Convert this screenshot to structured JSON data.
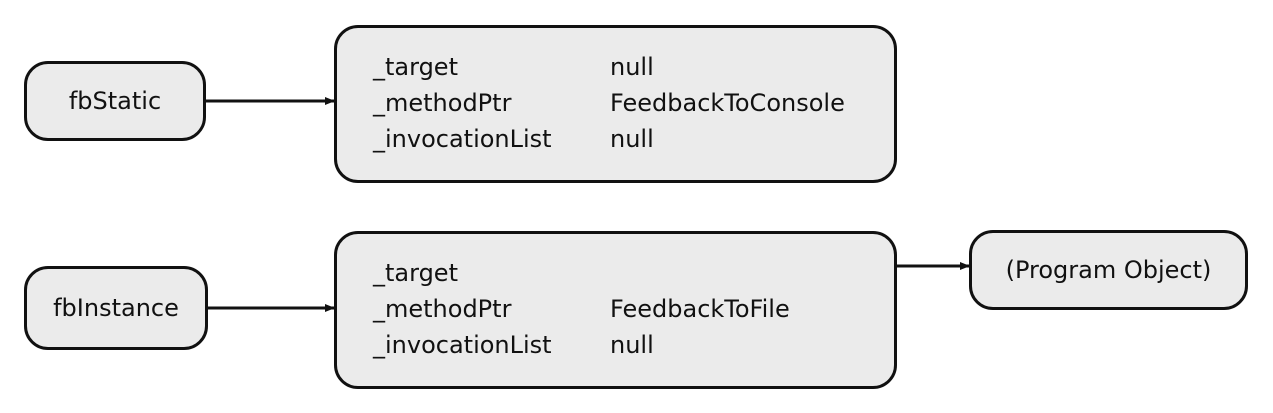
{
  "variables": {
    "static": {
      "name": "fbStatic"
    },
    "instance": {
      "name": "fbInstance"
    }
  },
  "delegates": {
    "static": {
      "fields": [
        {
          "name": "_target",
          "value": "null"
        },
        {
          "name": "_methodPtr",
          "value": "FeedbackToConsole"
        },
        {
          "name": "_invocationList",
          "value": "null"
        }
      ]
    },
    "instance": {
      "fields": [
        {
          "name": "_target",
          "value": ""
        },
        {
          "name": "_methodPtr",
          "value": "FeedbackToFile"
        },
        {
          "name": "_invocationList",
          "value": "null"
        }
      ]
    }
  },
  "target_object": {
    "label": "(Program Object)"
  }
}
